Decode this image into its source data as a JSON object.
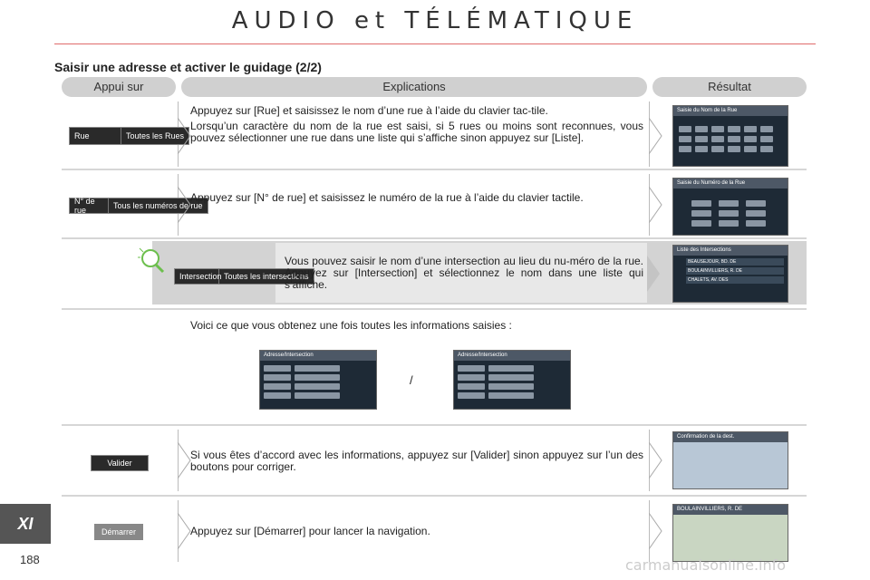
{
  "header": {
    "title": "AUDIO et TÉLÉMATIQUE"
  },
  "section": {
    "title": "Saisir une adresse et activer le guidage (2/2)"
  },
  "columns": {
    "press": "Appui sur",
    "explanations": "Explications",
    "result": "Résultat"
  },
  "rows": [
    {
      "button_labels": [
        "Rue",
        "Toutes les Rues"
      ],
      "paragraphs": [
        "Appuyez sur [Rue] et saisissez le nom d’une rue à l’aide du clavier tac-tile.",
        "Lorsqu’un caractère du nom de la rue est saisi, si 5 rues ou moins sont reconnues, vous pouvez sélectionner une rue dans une liste qui s’affiche sinon appuyez sur [Liste]."
      ],
      "screen_title": "Saisie du Nom de la Rue"
    },
    {
      "button_labels": [
        "N° de rue",
        "Tous les numéros de rue"
      ],
      "paragraphs": [
        "Appuyez sur [N° de rue] et saisissez le numéro de la rue à l’aide du clavier tactile."
      ],
      "screen_title": "Saisie du Numéro de la Rue"
    },
    {
      "button_labels": [
        "Intersection",
        "Toutes les intersections"
      ],
      "paragraphs": [
        "Vous pouvez saisir le nom d’une intersection au lieu du nu-méro de la rue. Appuyez sur [Intersection] et sélectionnez le nom dans une liste qui s’affiche."
      ],
      "screen_title": "Liste des Intersections",
      "screen_items": [
        "BEAUSEJOUR, BD. DE",
        "BOULAINVILLIERS, R. DE",
        "CHALETS, AV. DES"
      ]
    }
  ],
  "info": {
    "text": "Voici ce que vous obtenez une fois toutes les informations saisies :",
    "separator": "/",
    "screen_a_title": "Adresse/Intersection",
    "screen_b_title": "Adresse/Intersection"
  },
  "row_validate": {
    "button_label": "Valider",
    "text": "Si vous êtes d’accord avec les informations, appuyez sur [Valider] sinon appuyez sur l’un des boutons pour corriger.",
    "screen_title": "Confirmation de la dest."
  },
  "row_start": {
    "button_label": "Démarrer",
    "text": "Appuyez sur [Démarrer] pour lancer la navigation.",
    "screen_title": "BOULAINVILLIERS, R. DE"
  },
  "side_tab": "XI",
  "page_number": "188",
  "watermark": "carmanualsonline.info",
  "colors": {
    "rule": "#e06a6a",
    "header_pill": "#d0d0d0",
    "tip_bg": "#d3d3d3",
    "screen_bg": "#1e2a36"
  }
}
